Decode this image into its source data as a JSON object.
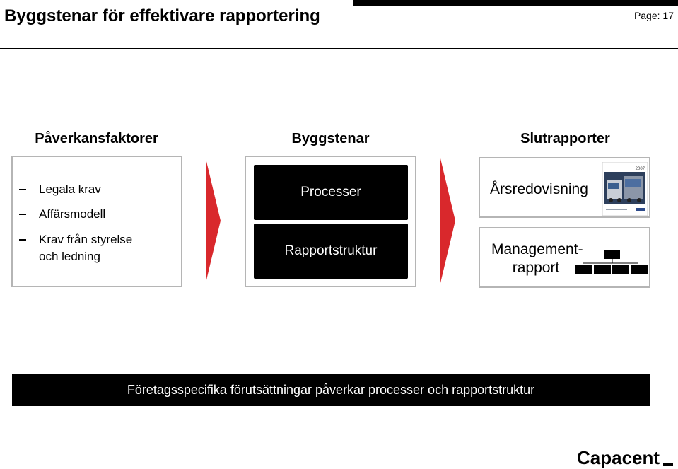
{
  "header": {
    "title": "Byggstenar för effektivare rapportering",
    "page_label": "Page: 17"
  },
  "columns": {
    "left_heading": "Påverkansfaktorer",
    "middle_heading": "Byggstenar",
    "right_heading": "Slutrapporter"
  },
  "factors": [
    "Legala krav",
    "Affärsmodell",
    "Krav från styrelse",
    "och ledning"
  ],
  "blocks": {
    "top": "Processer",
    "bottom": "Rapportstruktur"
  },
  "reports": {
    "annual": "Årsredovisning",
    "annual_cover_year": "2007",
    "management_line1": "Management-",
    "management_line2": "rapport"
  },
  "footer": {
    "text": "Företagsspecifika förutsättningar påverkar processer och rapportstruktur"
  },
  "logo": {
    "text": "Capacent"
  },
  "colors": {
    "arrow_red": "#d9282c",
    "box_border": "#b5b5b5"
  }
}
